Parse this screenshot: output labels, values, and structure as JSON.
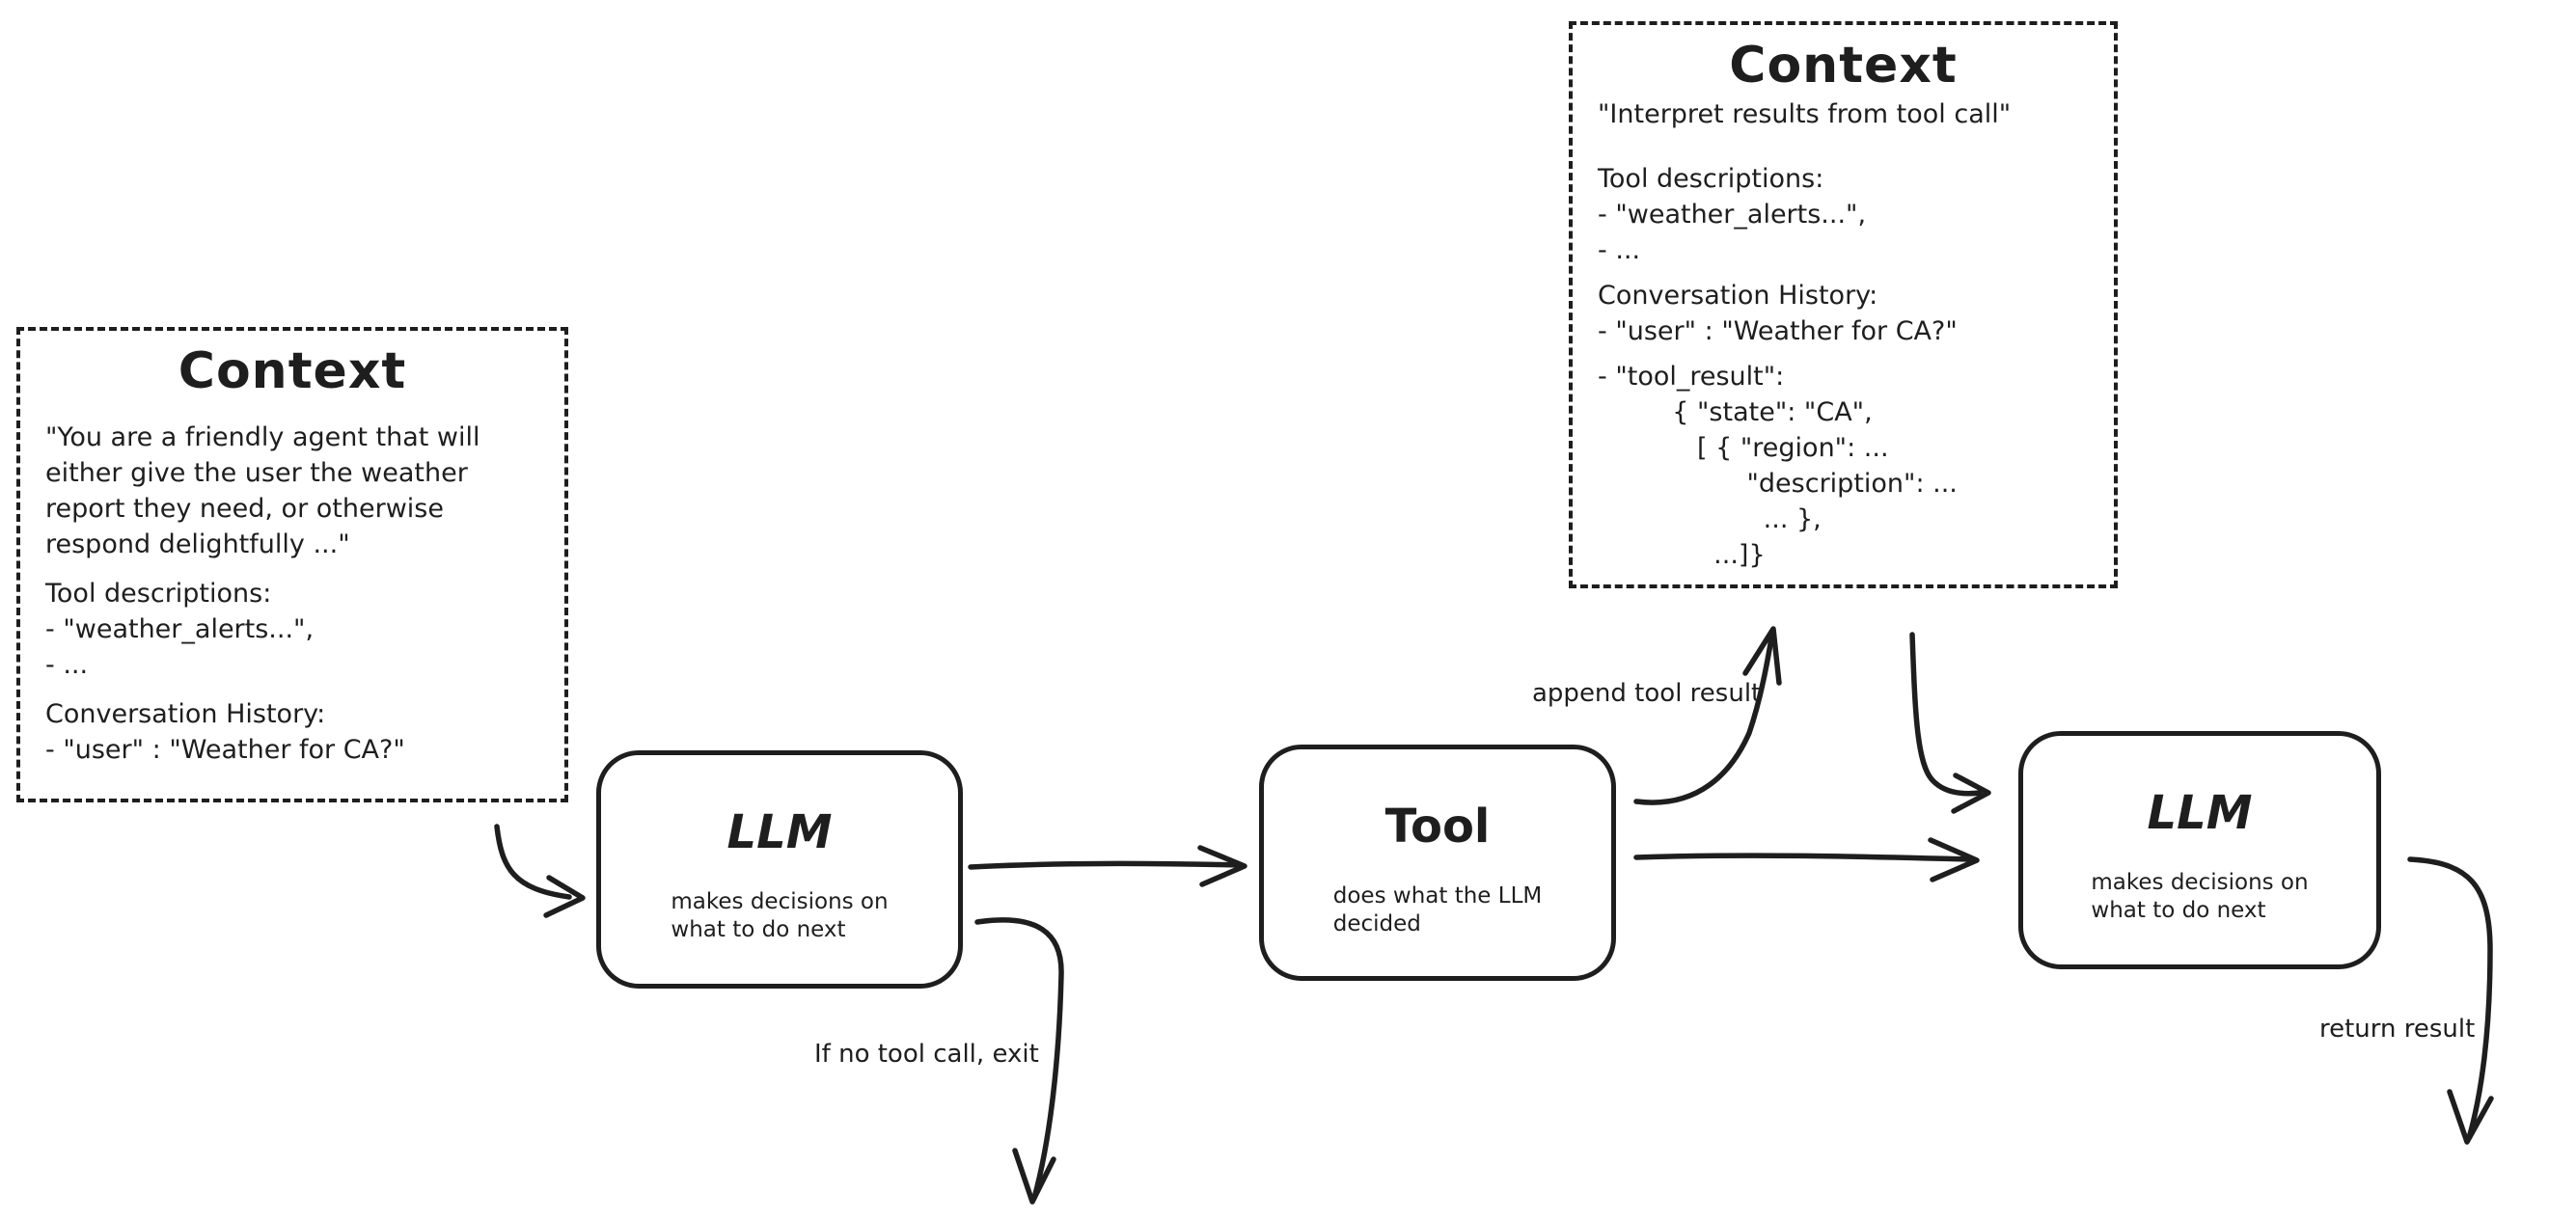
{
  "colors": {
    "stroke": "#1e1e1e",
    "background": "#ffffff"
  },
  "context_box_left": {
    "title": "Context",
    "system_prompt": "\"You are a friendly agent that will\neither give the user the weather\nreport they need, or otherwise\nrespond delightfully ...\"",
    "tool_descriptions": "Tool descriptions:\n- \"weather_alerts...\",\n- ...",
    "conversation_history": "Conversation History:\n- \"user\" : \"Weather for CA?\""
  },
  "context_box_top_right": {
    "title": "Context",
    "system_prompt": "\"Interpret results from tool call\"",
    "tool_descriptions": "Tool descriptions:\n- \"weather_alerts...\",\n- ...",
    "conversation_history": "Conversation History:\n- \"user\" : \"Weather for CA?\"",
    "tool_result": "- \"tool_result\":\n         { \"state\": \"CA\",\n            [ { \"region\": ...\n                  \"description\": ...\n                    ... },\n              ...]}"
  },
  "nodes": {
    "llm_first": {
      "title": "LLM",
      "subtitle": "makes decisions on\nwhat to do next"
    },
    "tool": {
      "title": "Tool",
      "subtitle": "does what the LLM\ndecided"
    },
    "llm_second": {
      "title": "LLM",
      "subtitle": "makes decisions on\nwhat to do next"
    }
  },
  "edge_labels": {
    "append_tool_result": "append tool result",
    "if_no_tool_call_exit": "If no tool call, exit",
    "return_result": "return result"
  }
}
